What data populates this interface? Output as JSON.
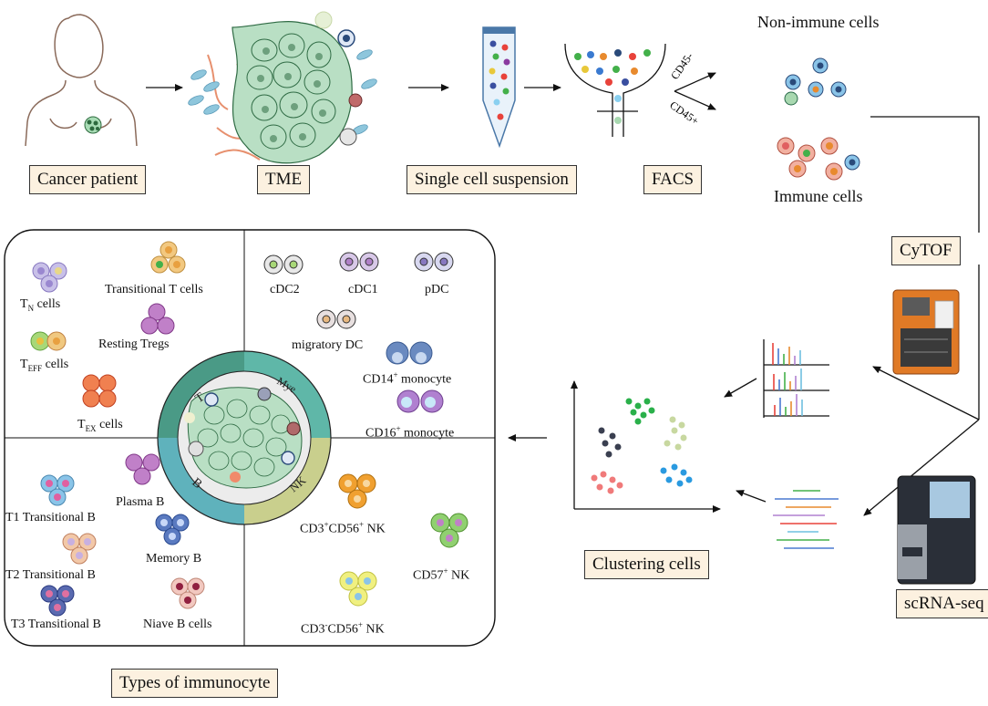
{
  "workflow": {
    "cancer_patient": "Cancer patient",
    "tme": "TME",
    "single_cell": "Single cell suspension",
    "facs": "FACS",
    "cd45_neg": "CD45-",
    "cd45_pos": "CD45+",
    "non_immune": "Non-immune cells",
    "immune": "Immune cells",
    "cytof": "CyTOF",
    "scrnaseq": "scRNA-seq",
    "clustering": "Clustering cells",
    "types": "Types of immunocyte"
  },
  "ring": {
    "t": "T",
    "mye": "Mye",
    "nk": "NK",
    "b": "B"
  },
  "t_cells": {
    "tn": {
      "main": "T",
      "sub": "N",
      "rest": " cells"
    },
    "transitional": "Transitional T cells",
    "resting_tregs": "Resting Tregs",
    "teff": {
      "main": "T",
      "sub": "EFF",
      "rest": " cells"
    },
    "tex": {
      "main": "T",
      "sub": "EX",
      "rest": " cells"
    }
  },
  "myeloid": {
    "cdc2": "cDC2",
    "cdc1": "cDC1",
    "pdc": "pDC",
    "migratory": "migratory DC",
    "cd14": {
      "main": "CD14",
      "sup": "+",
      "rest": " monocyte"
    },
    "cd16": {
      "main": "CD16",
      "sup": "+",
      "rest": " monocyte"
    }
  },
  "b_cells": {
    "plasma": "Plasma B",
    "t1": "T1 Transitional B",
    "t2": "T2 Transitional B",
    "t3": "T3 Transitional B",
    "memory": "Memory B",
    "naive": "Niave B cells"
  },
  "nk_cells": {
    "cd3pos": {
      "a": "CD3",
      "as": "+",
      "b": "CD56",
      "bs": "+",
      "rest": " NK"
    },
    "cd57": {
      "main": "CD57",
      "sup": "+",
      "rest": " NK"
    },
    "cd3neg": {
      "a": "CD3",
      "as": "-",
      "b": "CD56",
      "bs": "+",
      "rest": " NK"
    }
  },
  "colors": {
    "tme_green": "#b9dfc4",
    "ring_t": "#4a9a86",
    "ring_mye": "#5fb7a8",
    "ring_nk": "#c9cf8d",
    "ring_b": "#5fb2bc",
    "accent_orange": "#e07a26",
    "label_bg": "#fcf1e0"
  },
  "chart_lines": {
    "cytof_peaks": [
      "#e8423a",
      "#4a7ad0",
      "#43b04a",
      "#e88a2e",
      "#b080d0",
      "#6fc0e0"
    ],
    "scrna_lines": [
      "#43b04a",
      "#4a7ad0",
      "#e88a2e",
      "#b080d0",
      "#e8423a",
      "#6fc0e0"
    ]
  }
}
